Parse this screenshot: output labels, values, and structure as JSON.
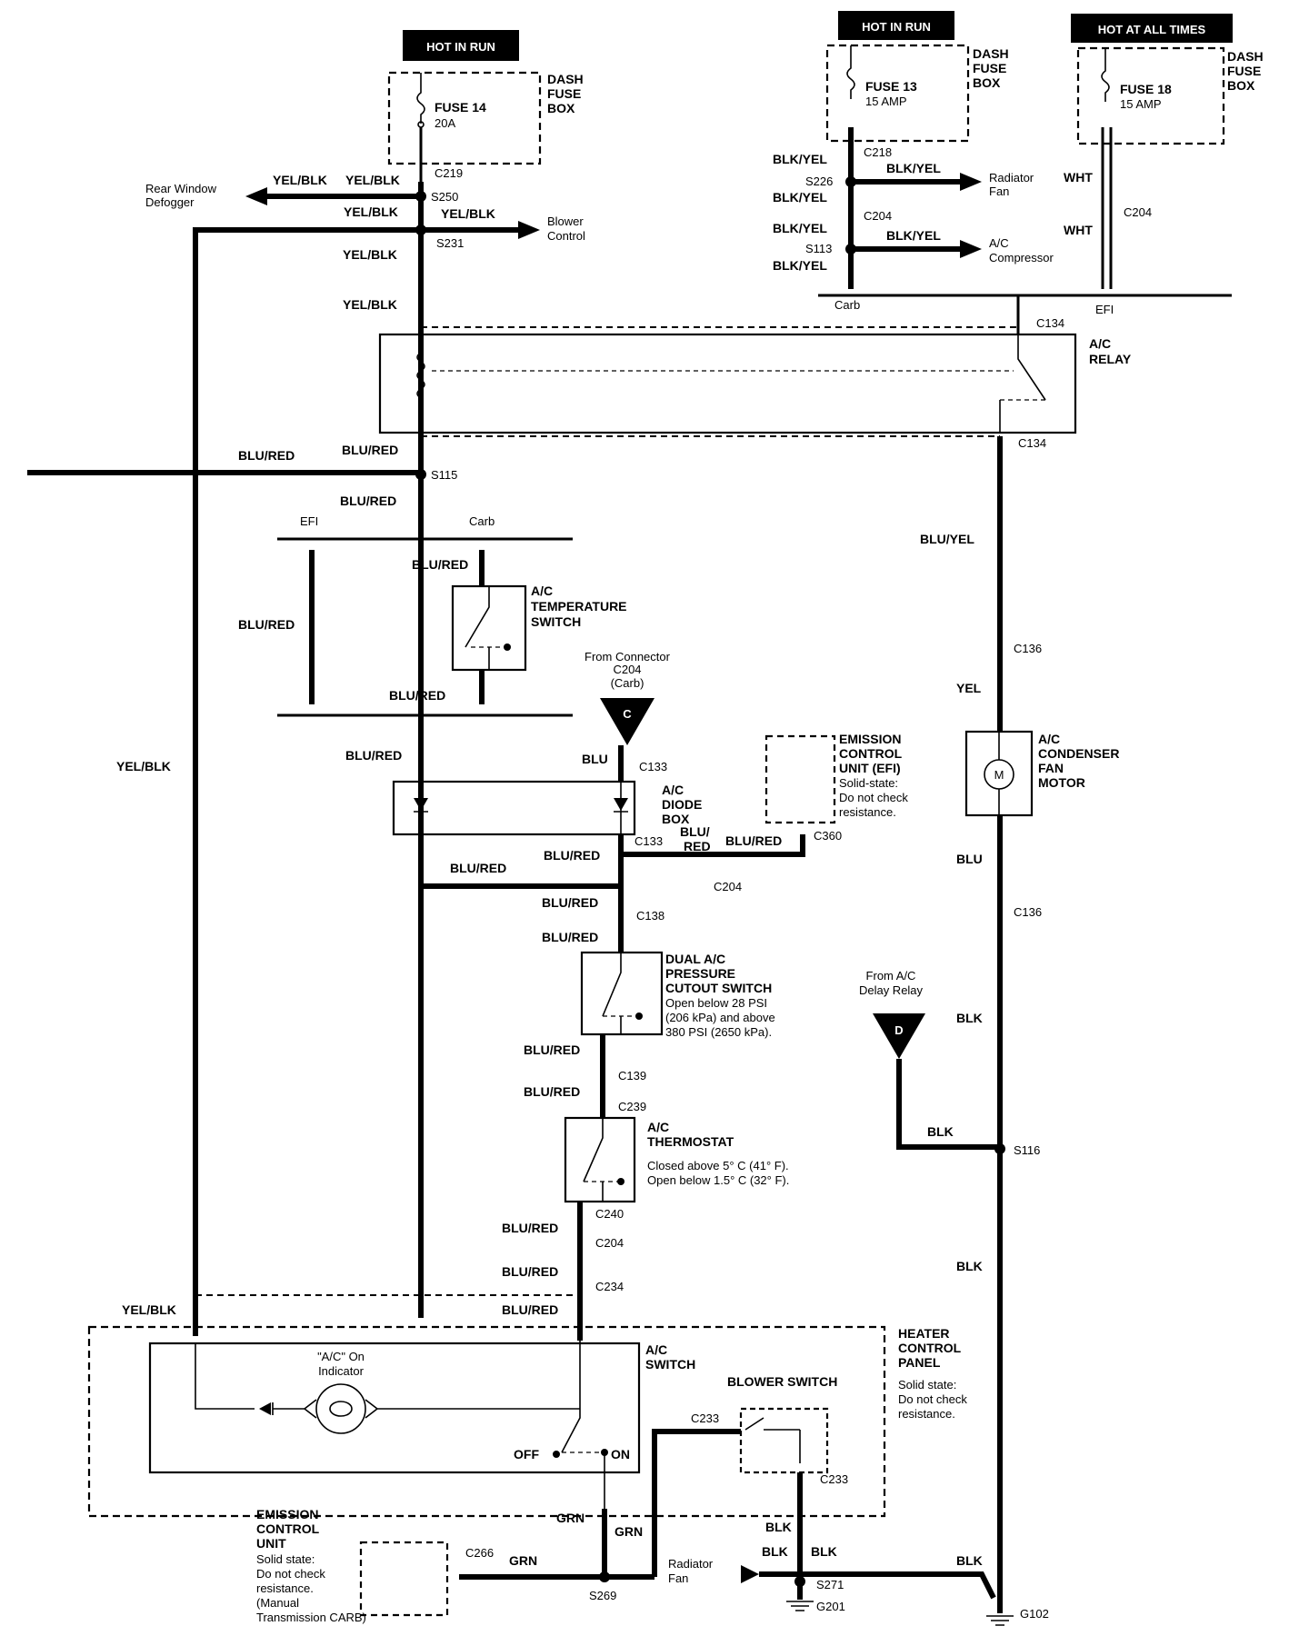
{
  "hot_in_run_left": "HOT IN RUN",
  "hot_in_run_right": "HOT IN RUN",
  "hot_at_all_times": "HOT AT ALL TIMES",
  "dash_fuse_box": [
    "DASH",
    "FUSE",
    "BOX"
  ],
  "fuse14": {
    "name": "FUSE 14",
    "rating": "20A"
  },
  "fuse13": {
    "name": "FUSE 13",
    "rating": "15 AMP"
  },
  "fuse18": {
    "name": "FUSE 18",
    "rating": "15 AMP"
  },
  "wires": {
    "yel_blk": "YEL/BLK",
    "blu_red": "BLU/RED",
    "blu_red_split": [
      "BLU/",
      "RED"
    ],
    "blk_yel": "BLK/YEL",
    "wht": "WHT",
    "blu_yel": "BLU/YEL",
    "yel": "YEL",
    "blu": "BLU",
    "blk": "BLK",
    "grn": "GRN"
  },
  "connectors": {
    "c219": "C219",
    "s250": "S250",
    "s231": "S231",
    "c218": "C218",
    "s226": "S226",
    "c204": "C204",
    "s113": "S113",
    "c134": "C134",
    "s115": "S115",
    "c133": "C133",
    "c360": "C360",
    "c138": "C138",
    "c139": "C139",
    "c239": "C239",
    "c240": "C240",
    "c234": "C234",
    "c233": "C233",
    "c266": "C266",
    "s269": "S269",
    "s271": "S271",
    "g201": "G201",
    "g102": "G102",
    "c136": "C136",
    "s116": "S116"
  },
  "destinations": {
    "rear_window_defogger": [
      "Rear Window",
      "Defogger"
    ],
    "blower_control": [
      "Blower",
      "Control"
    ],
    "radiator_fan": [
      "Radiator",
      "Fan"
    ],
    "ac_compressor": [
      "A/C",
      "Compressor"
    ],
    "radiator_fan_bottom": [
      "Radiator",
      "Fan"
    ]
  },
  "variants": {
    "carb": "Carb",
    "efi": "EFI"
  },
  "components": {
    "ac_relay": [
      "A/C",
      "RELAY"
    ],
    "ac_temperature_switch": [
      "A/C",
      "TEMPERATURE",
      "SWITCH"
    ],
    "ac_diode_box": [
      "A/C",
      "DIODE",
      "BOX"
    ],
    "emission_efi": {
      "title": [
        "EMISSION",
        "CONTROL",
        "UNIT (EFI)"
      ],
      "note": [
        "Solid-state:",
        "Do not check",
        "resistance."
      ]
    },
    "dual_pressure_switch": {
      "title": [
        "DUAL A/C",
        "PRESSURE",
        "CUTOUT SWITCH"
      ],
      "note": [
        "Open below 28 PSI",
        "(206 kPa) and above",
        "380 PSI (2650 kPa)."
      ]
    },
    "ac_thermostat": {
      "title": [
        "A/C",
        "THERMOSTAT"
      ],
      "note": [
        "Closed above 5° C (41° F).",
        "Open below 1.5° C (32° F)."
      ]
    },
    "condenser_fan_motor": [
      "A/C",
      "CONDENSER",
      "FAN",
      "MOTOR"
    ],
    "motor_symbol": "M",
    "heater_control_panel": {
      "title": [
        "HEATER",
        "CONTROL",
        "PANEL"
      ],
      "note": [
        "Solid state:",
        "Do not check",
        "resistance."
      ]
    },
    "ac_switch": [
      "A/C",
      "SWITCH"
    ],
    "ac_on_indicator": [
      "\"A/C\" On",
      "Indicator"
    ],
    "blower_switch": "BLOWER SWITCH",
    "off": "OFF",
    "on": "ON",
    "emission_bottom": {
      "title": [
        "EMISSION",
        "CONTROL",
        "UNIT"
      ],
      "note": [
        "Solid state:",
        "Do not check",
        "resistance.",
        "(Manual",
        "Transmission CARB)"
      ]
    }
  },
  "from_connector_c": {
    "text": [
      "From Connector",
      "C204",
      "(Carb)"
    ],
    "letter": "C"
  },
  "from_ac_delay_relay": {
    "text": [
      "From A/C",
      "Delay Relay"
    ],
    "letter": "D"
  }
}
